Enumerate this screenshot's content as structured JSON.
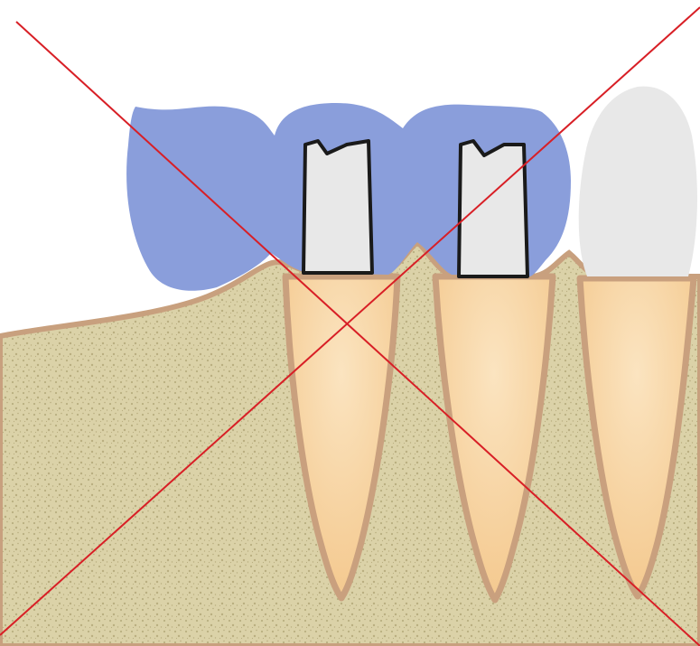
{
  "colors": {
    "background": "#ffffff",
    "bone": "#dbd2a8",
    "bone_speckle": "#b9ae80",
    "gum_line": "#c8a07e",
    "root_fill": "#f4c98f",
    "root_outline": "#c9a07e",
    "bridge": "#8a9edb",
    "tooth_white": "#e8e8e8",
    "prep_outline": "#1a1a1a",
    "cross": "#d81f26"
  },
  "elements": {
    "bridge_units": [
      "pontic",
      "abutment-crown",
      "abutment-crown"
    ],
    "natural_crown": "natural-tooth-crown",
    "roots": 3,
    "prepared_abutments": 2,
    "crossed_out": true
  }
}
